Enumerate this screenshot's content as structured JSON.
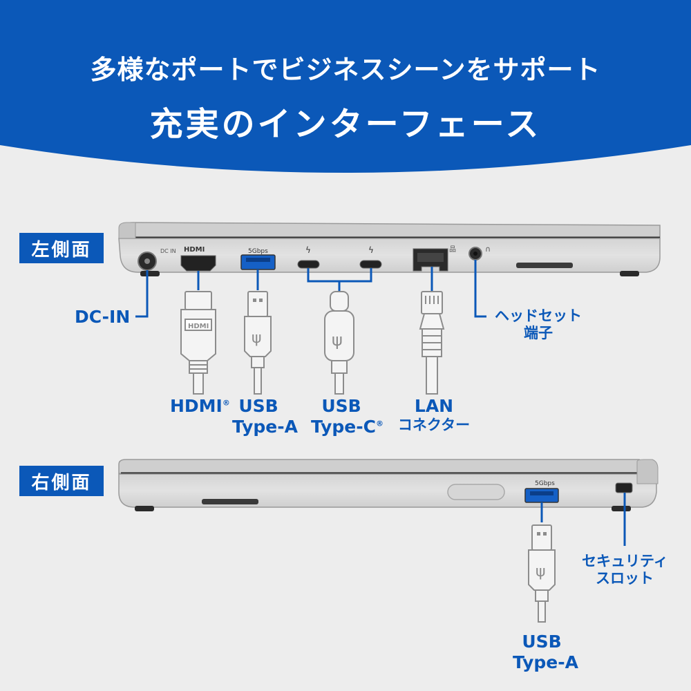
{
  "header": {
    "subtitle": "多様なポートでビジネスシーンをサポート",
    "title": "充実のインターフェース",
    "background_color": "#0b58b8"
  },
  "left_side": {
    "badge": "左側面",
    "device_markings": {
      "dc": "DC IN",
      "hdmi": "HDMI",
      "usb_speed": "5Gbps"
    },
    "ports": [
      {
        "id": "dc-in",
        "label": "DC-IN"
      },
      {
        "id": "hdmi",
        "label": "HDMI",
        "mark": "®",
        "plug_text": "HDMI"
      },
      {
        "id": "usb-a",
        "label_line1": "USB",
        "label_line2": "Type-A"
      },
      {
        "id": "usb-c",
        "label_line1": "USB",
        "label_line2": "Type-C",
        "mark": "®"
      },
      {
        "id": "lan",
        "label_line1": "LAN",
        "label_line2": "コネクター"
      },
      {
        "id": "headset",
        "label_line1": "ヘッドセット",
        "label_line2": "端子"
      }
    ]
  },
  "right_side": {
    "badge": "右側面",
    "device_markings": {
      "usb_speed": "5Gbps"
    },
    "ports": [
      {
        "id": "usb-a-right",
        "label_line1": "USB",
        "label_line2": "Type-A"
      },
      {
        "id": "security-slot",
        "label_line1": "セキュリティ",
        "label_line2": "スロット"
      }
    ]
  },
  "colors": {
    "accent": "#0b58b8",
    "background": "#ededed",
    "device_body": "#dcdcdc",
    "connector": "#f4f4f4",
    "outline": "#8c8c8c"
  }
}
